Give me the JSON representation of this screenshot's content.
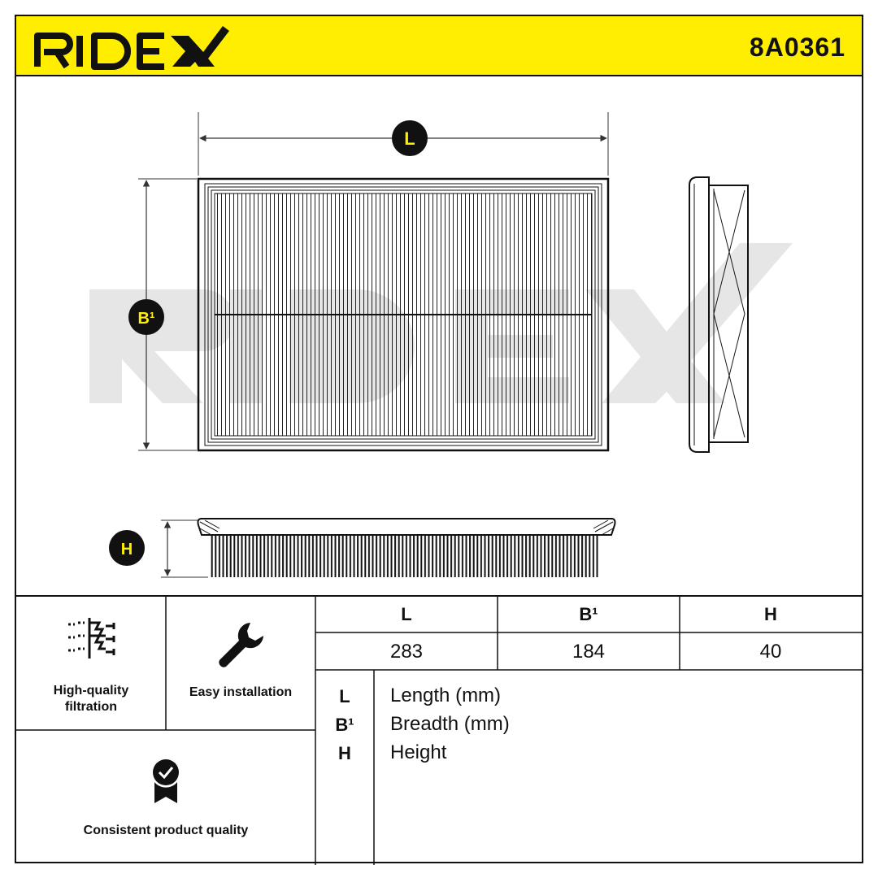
{
  "header": {
    "brand": "RIDEX",
    "part_number": "8A0361",
    "accent_color": "#ffee00"
  },
  "drawing": {
    "label_length": "L",
    "label_breadth": "B¹",
    "label_height": "H",
    "watermark": "RIDEX"
  },
  "features": [
    {
      "icon": "filtration-icon",
      "label": "High-quality\nfiltration"
    },
    {
      "icon": "wrench-icon",
      "label": "Easy installation"
    },
    {
      "icon": "quality-badge-icon",
      "label": "Consistent product quality"
    }
  ],
  "dimensions": {
    "headers": [
      "L",
      "B¹",
      "H"
    ],
    "values": [
      "283",
      "184",
      "40"
    ]
  },
  "legend": [
    {
      "key": "L",
      "text": "Length (mm)"
    },
    {
      "key": "B¹",
      "text": "Breadth (mm)"
    },
    {
      "key": "H",
      "text": "Height"
    }
  ]
}
